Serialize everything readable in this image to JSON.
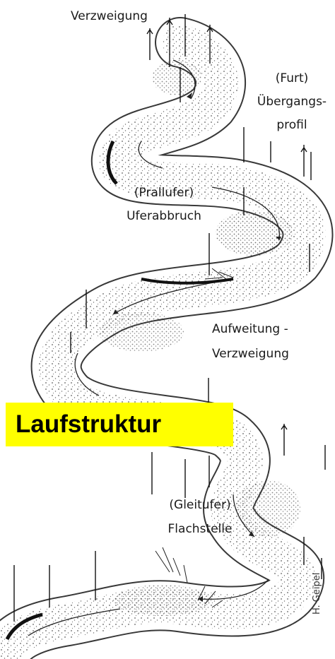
{
  "labels": {
    "verzweigung_top": "Verzweigung",
    "furt_line1": "(Furt)",
    "furt_line2": "Übergangs-",
    "furt_line3": "profil",
    "prallufer_line1": "(Prallufer)",
    "prallufer_line2": "Uferabbruch",
    "aufweitung_line1": "Aufweitung -",
    "aufweitung_line2": "Verzweigung",
    "gleitufer_line1": "(Gleitufer)",
    "gleitufer_line2": "Flachstelle"
  },
  "title": "Laufstruktur",
  "signature": "H. Geipel",
  "colors": {
    "title_background": "#ffff00",
    "ink": "#1a1a1a",
    "paper": "#ffffff"
  }
}
